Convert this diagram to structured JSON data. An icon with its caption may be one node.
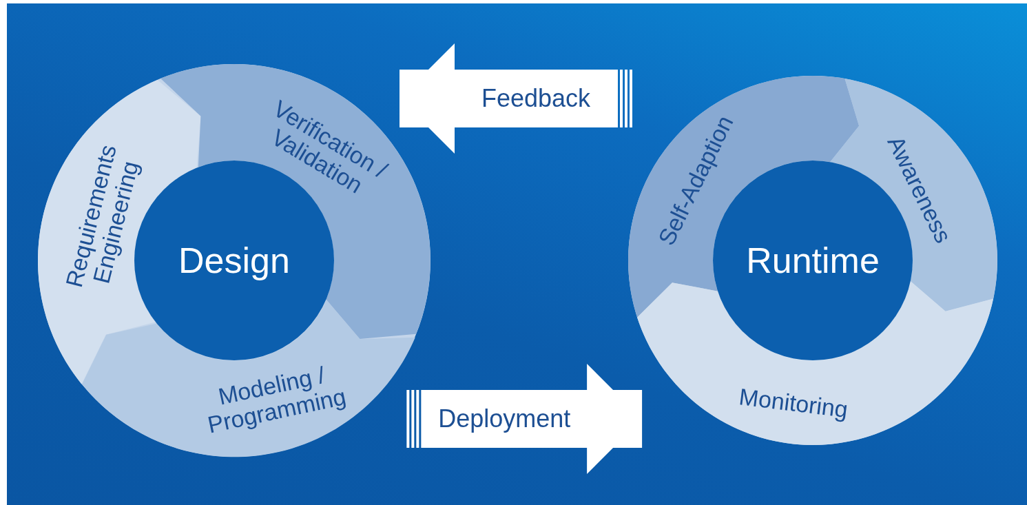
{
  "diagram": {
    "nodes": [
      {
        "text": [
          "Design"
        ]
      },
      {
        "text": [
          "Requirements Engineering"
        ],
        "in": 0
      },
      {
        "text": [
          "Verification / Validation"
        ],
        "in": 0
      },
      {
        "text": [
          "Modeling / Programming"
        ],
        "in": 0
      },
      {
        "text": [
          "Runtime"
        ]
      },
      {
        "text": [
          "Self-Adaption"
        ],
        "in": 4
      },
      {
        "text": [
          "Awareness"
        ],
        "in": 4
      },
      {
        "text": [
          "Monitoring"
        ],
        "in": 4
      }
    ],
    "edges": [
      {
        "from": 5,
        "to": 2,
        "arrow": "to",
        "label": "Feedback"
      },
      {
        "from": 3,
        "to": 7,
        "arrow": "to",
        "label": "Deployment"
      }
    ]
  }
}
